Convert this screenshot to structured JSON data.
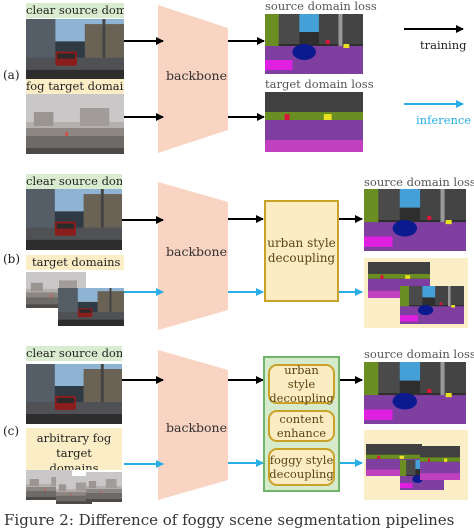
{
  "legend": {
    "training": "training",
    "inference": "inference"
  },
  "colors": {
    "training_arrow": "#000000",
    "inference_arrow": "#29aee6",
    "backbone": "#f9d4c2"
  },
  "panels": {
    "a": {
      "tag": "(a)",
      "source_label": "clear source domain",
      "target_label": "fog target domain",
      "backbone": "backbone",
      "source_loss": "source domain loss",
      "target_loss": "target domain loss"
    },
    "b": {
      "tag": "(b)",
      "source_label": "clear source domain",
      "target_label": "target domains",
      "backbone": "backbone",
      "module": "urban style decoupling",
      "source_loss": "source domain loss"
    },
    "c": {
      "tag": "(c)",
      "source_label": "clear source domain",
      "target_label": "arbitrary fog target domains",
      "backbone": "backbone",
      "module_urban": "urban style decoupling",
      "module_content": "content enhance",
      "module_foggy": "foggy style decoupling",
      "source_loss": "source domain loss"
    }
  },
  "caption": "Figure 2: Difference of foggy scene segmentation pipelines"
}
